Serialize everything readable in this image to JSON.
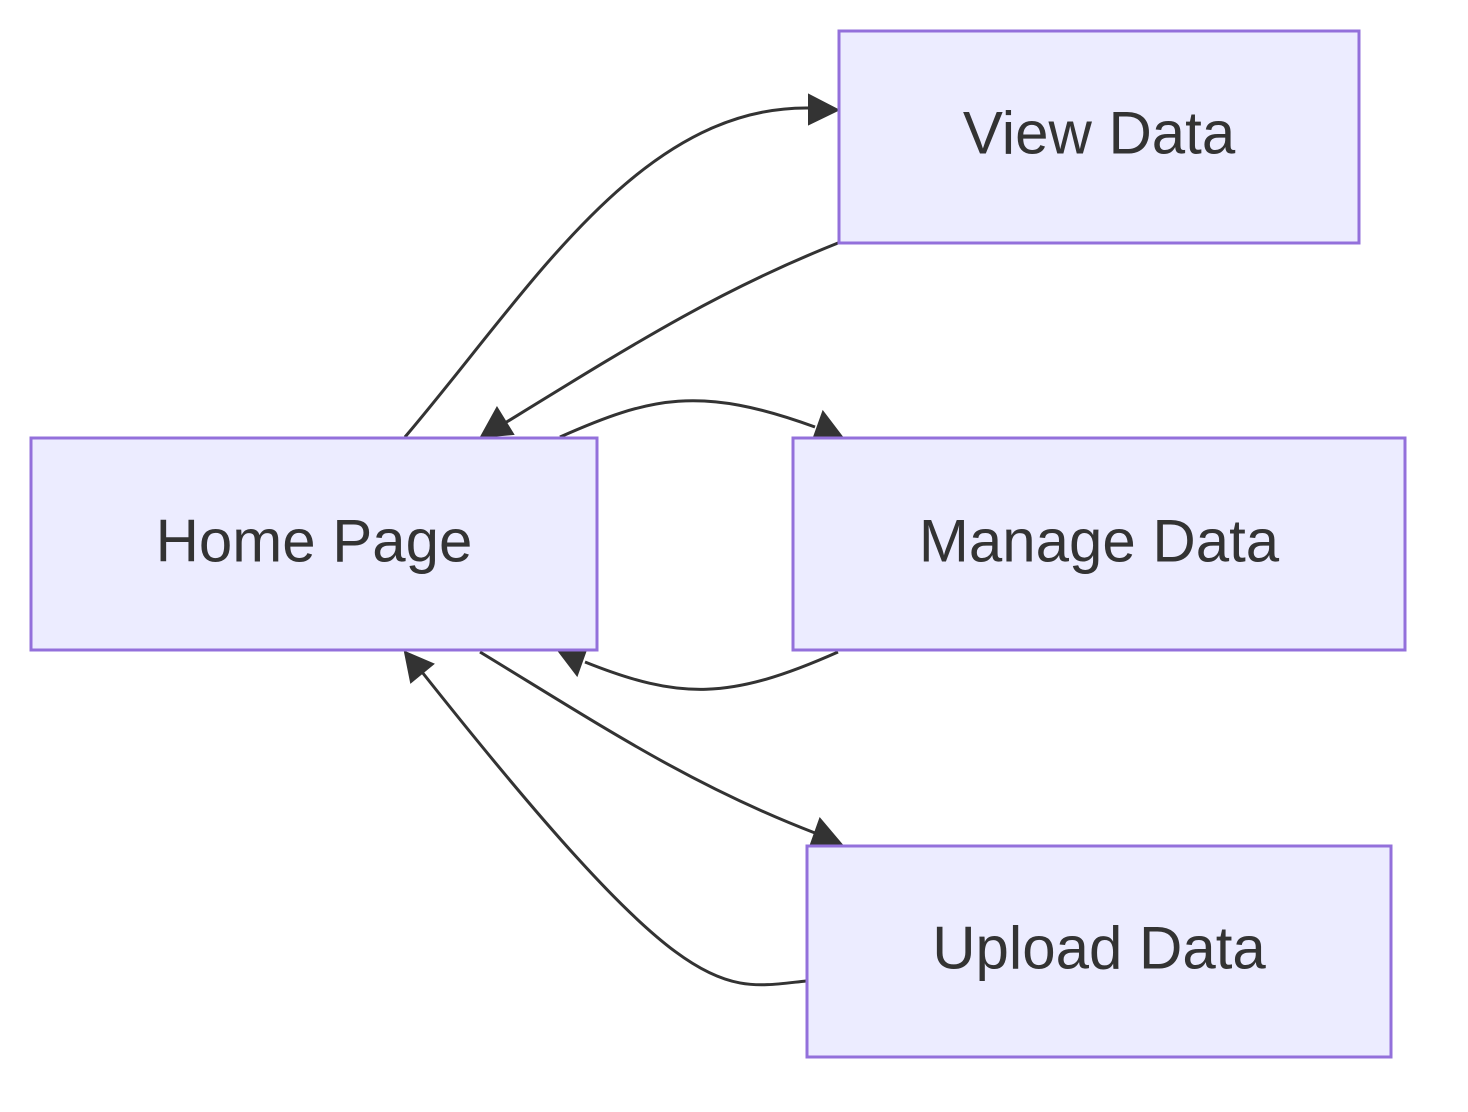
{
  "diagram": {
    "type": "flowchart",
    "colors": {
      "node_fill": "#ECECFF",
      "node_border": "#9370DB",
      "edge": "#333333",
      "text": "#333333",
      "background": "#FFFFFF"
    },
    "nodes": {
      "home": {
        "label": "Home Page"
      },
      "view": {
        "label": "View Data"
      },
      "manage": {
        "label": "Manage Data"
      },
      "upload": {
        "label": "Upload Data"
      }
    },
    "edges": [
      {
        "from": "home",
        "to": "view"
      },
      {
        "from": "view",
        "to": "home"
      },
      {
        "from": "home",
        "to": "manage"
      },
      {
        "from": "manage",
        "to": "home"
      },
      {
        "from": "home",
        "to": "upload"
      },
      {
        "from": "upload",
        "to": "home"
      }
    ]
  }
}
